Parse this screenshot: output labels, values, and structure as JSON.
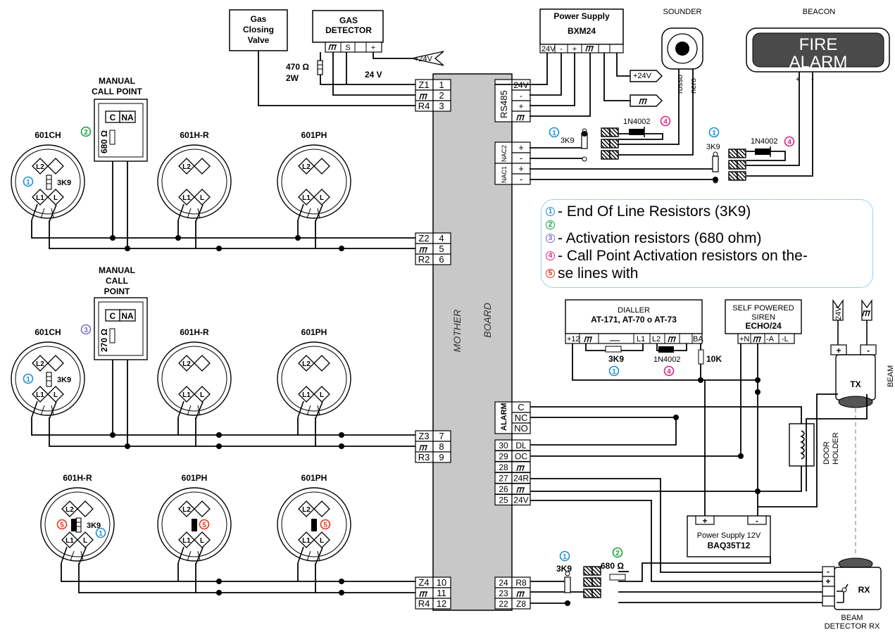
{
  "colors": {
    "blue": "#1b8fd3",
    "green": "#17a33b",
    "purple": "#7d6fc0",
    "pink": "#e2227f",
    "red": "#e8321a",
    "board": "#c8c8c8"
  },
  "top": {
    "gas_valve": [
      "Gas",
      "Closing",
      "Valve"
    ],
    "gas_detector": [
      "GAS",
      "DETECTOR"
    ],
    "gas_terminals": [
      "S",
      "+"
    ],
    "resistor_470": [
      "470 Ω",
      "2W"
    ],
    "v24": "24 V",
    "plus24": "+24V",
    "power_supply": [
      "Power Supply",
      "BXM24"
    ],
    "ps_terminals": [
      "24V",
      "-",
      "+"
    ],
    "sounder": "SOUNDER",
    "sounder_wires": [
      "rosso",
      "nero"
    ],
    "beacon": "BEACON",
    "beacon_text": [
      "FIRE",
      "ALARM"
    ],
    "beacon_terms": [
      "+",
      "-"
    ]
  },
  "board": {
    "label_left": "MOTHER",
    "label_right": "BOARD"
  },
  "left_terminals": [
    [
      "Z1",
      "1"
    ],
    [
      "",
      "2"
    ],
    [
      "R4",
      "3"
    ],
    [
      "Z2",
      "4"
    ],
    [
      "",
      "5"
    ],
    [
      "R2",
      "6"
    ],
    [
      "Z3",
      "7"
    ],
    [
      "",
      "8"
    ],
    [
      "R3",
      "9"
    ],
    [
      "Z4",
      "10"
    ],
    [
      "",
      "11"
    ],
    [
      "R4",
      "12"
    ]
  ],
  "right_terminals": {
    "rs485_label": "RS485",
    "rs485": [
      "24V",
      "-",
      "+",
      ""
    ],
    "nac_labels": [
      "NAC2",
      "NAC1"
    ],
    "nac": [
      "+",
      "-",
      "+",
      "-"
    ],
    "alarm_label": "ALARM",
    "alarm": [
      "C",
      "NC",
      "NO"
    ],
    "numbered": [
      [
        "30",
        "DL"
      ],
      [
        "29",
        "OC"
      ],
      [
        "28",
        ""
      ],
      [
        "27",
        "24R"
      ],
      [
        "26",
        ""
      ],
      [
        "25",
        "24V"
      ]
    ],
    "bottom": [
      [
        "24",
        "R8"
      ],
      [
        "23",
        ""
      ],
      [
        "22",
        "Z8"
      ]
    ]
  },
  "zone1": {
    "manual_call_point": [
      "MANUAL",
      "CALL POINT"
    ],
    "mcp_terms": [
      "C",
      "NA"
    ],
    "mcp_resistor": "680 Ω",
    "detectors": [
      "601CH",
      "601H-R",
      "601PH"
    ],
    "eol": "3K9"
  },
  "zone2": {
    "manual_call_point": [
      "MANUAL",
      "CALL",
      "POINT"
    ],
    "mcp_terms": [
      "C",
      "NA"
    ],
    "mcp_resistor": "270 Ω",
    "detectors": [
      "601CH",
      "601H-R",
      "601PH"
    ],
    "eol": "3K9"
  },
  "zone4": {
    "detectors": [
      "601H-R",
      "601PH",
      "601PH"
    ],
    "eol": "3K9"
  },
  "terminal_labels": [
    "L2",
    "L1",
    "L"
  ],
  "nac_parts": {
    "r_eol": "3K9",
    "diode": "1N4002"
  },
  "legend": [
    {
      "num": "1",
      "color": "#1b8fd3",
      "text": "- End Of Line Resistors (3K9)"
    },
    {
      "num": "2",
      "color": "#17a33b",
      "text": ""
    },
    {
      "num": "3",
      "color": "#7d6fc0",
      "text": "- Activation resistors (680 ohm)"
    },
    {
      "num": "4",
      "color": "#e2227f",
      "text": "- Call Point Activation resistors on the-"
    },
    {
      "num": "5",
      "color": "#e8321a",
      "text": "se lines with"
    }
  ],
  "dialler": {
    "title": [
      "DIALLER",
      "AT-171, AT-70 o AT-73"
    ],
    "terms": [
      "+12",
      "",
      "",
      "L1",
      "L2",
      "",
      "BA"
    ],
    "r_eol": "3K9",
    "diode": "1N4002",
    "r_10k": "10K"
  },
  "siren": {
    "title": [
      "SELF POWERED",
      "SIREN",
      "ECHO/24"
    ],
    "terms": [
      "+N",
      "",
      "-A",
      "-L"
    ]
  },
  "beam_tx": {
    "label": "TX",
    "side": "BEAM",
    "supply": [
      "24V",
      ""
    ],
    "terms": [
      "+",
      "-"
    ]
  },
  "door_holder": [
    "DOOR",
    "HOLDER"
  ],
  "ps12": {
    "title": [
      "Power Supply 12V",
      "BAQ35T12"
    ],
    "terms": [
      "+",
      "-"
    ]
  },
  "beam_rx": {
    "label": "RX",
    "caption": [
      "BEAM",
      "DETECTOR RX"
    ],
    "terms": [
      "-",
      "+"
    ]
  },
  "bottom_parts": {
    "r_eol": "3K9",
    "r_act": "680 Ω"
  }
}
